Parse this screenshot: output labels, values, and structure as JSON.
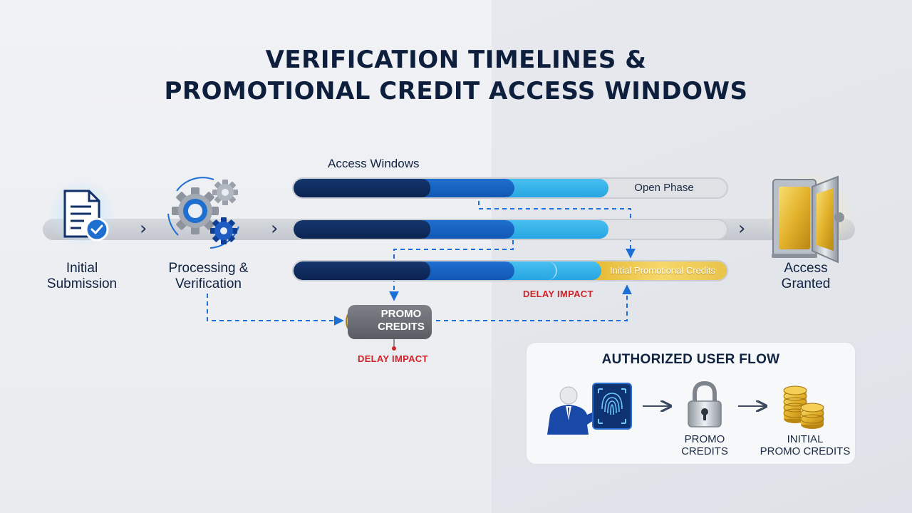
{
  "title": {
    "line1": "VERIFICATION TIMELINES &",
    "line2": "PROMOTIONAL CREDIT ACCESS WINDOWS"
  },
  "steps": {
    "submission": "Initial\nSubmission",
    "processing": "Processing &\nVerification",
    "access": "Access\nGranted"
  },
  "access_windows": {
    "title": "Access Windows",
    "bar1_label": "Open Phase",
    "bar3_label": "Initial Promotional Credits"
  },
  "delay_impact": {
    "top": "DELAY IMPACT",
    "bottom": "DELAY IMPACT"
  },
  "promo_badge": "PROMO\nCREDITS",
  "authorized_flow": {
    "title": "AUTHORIZED USER FLOW",
    "promo_credits": "PROMO\nCREDITS",
    "initial_promo_credits": "INITIAL\nPROMO CREDITS"
  },
  "icons": {
    "document": "document-check-icon",
    "gears": "gears-icon",
    "vault": "vault-icon",
    "coin": "coin-icon",
    "user": "businessman-icon",
    "fingerprint": "fingerprint-icon",
    "lock": "padlock-icon",
    "coins": "coin-stack-icon"
  },
  "colors": {
    "navy": "#0b2350",
    "blue": "#1e6fd0",
    "cyan": "#2fb0e8",
    "gold": "#e9c34a",
    "alert": "#d0232a"
  }
}
